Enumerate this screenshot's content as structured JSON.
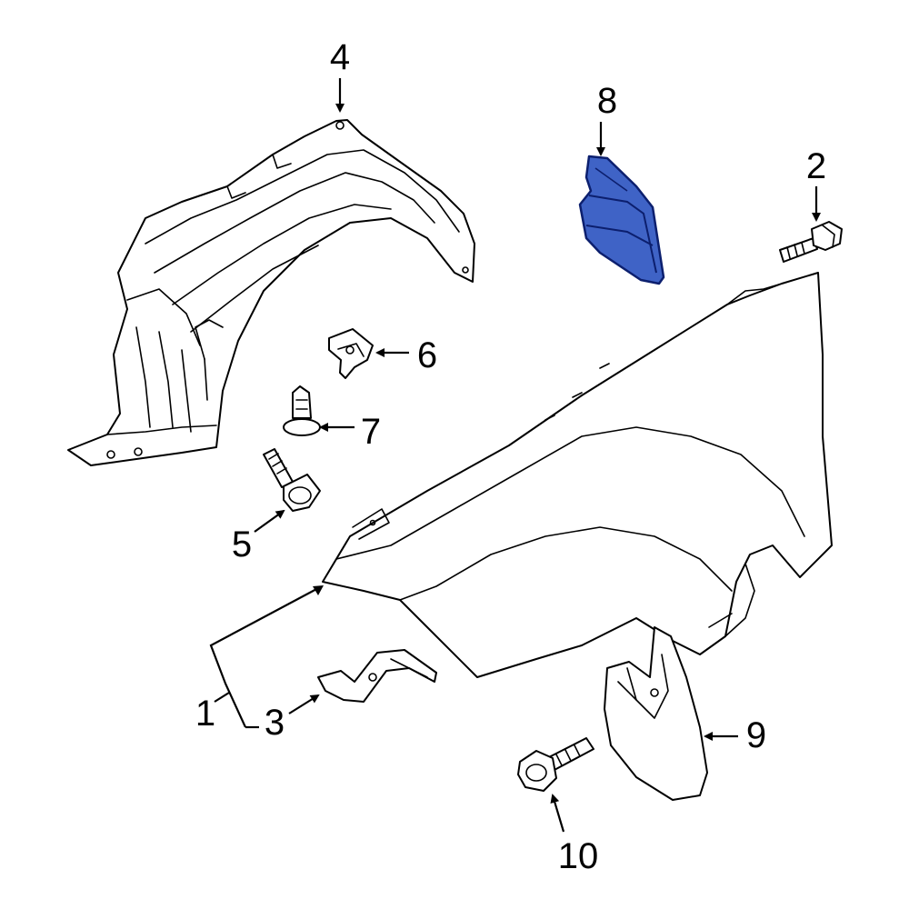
{
  "callouts": [
    {
      "id": "1",
      "label": "1"
    },
    {
      "id": "2",
      "label": "2"
    },
    {
      "id": "3",
      "label": "3"
    },
    {
      "id": "4",
      "label": "4"
    },
    {
      "id": "5",
      "label": "5"
    },
    {
      "id": "6",
      "label": "6"
    },
    {
      "id": "7",
      "label": "7"
    },
    {
      "id": "8",
      "label": "8"
    },
    {
      "id": "9",
      "label": "9"
    },
    {
      "id": "10",
      "label": "10"
    }
  ],
  "colors": {
    "highlight_fill": "#3f63c6",
    "highlight_stroke": "#0c1f6e",
    "line": "#000000",
    "background": "#ffffff"
  },
  "highlighted_part": "8"
}
